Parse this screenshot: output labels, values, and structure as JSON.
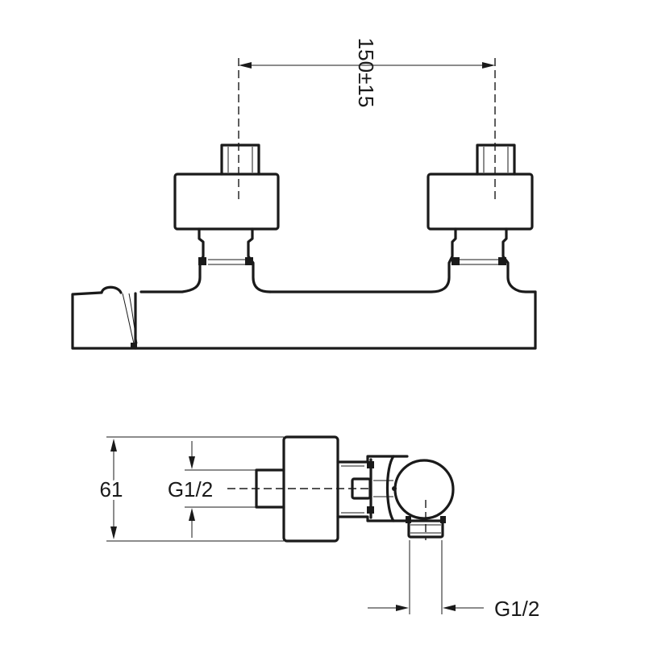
{
  "dimensions": {
    "spacing": "150±15",
    "height": "61",
    "thread_inlet": "G1/2",
    "thread_outlet": "G1/2"
  }
}
